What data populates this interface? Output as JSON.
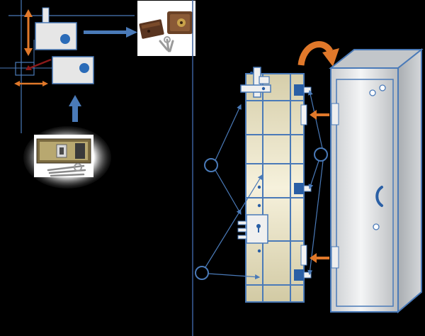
{
  "colors": {
    "background": "#000000",
    "line_blue": "#4a7ab8",
    "dark_blue": "#2a5fa5",
    "orange": "#e0782a",
    "dark_red": "#8a1a1a",
    "panel_fill": "#e8e2c2",
    "cabinet_fill": "#d8dadc",
    "lock_body": "#dcdcdc",
    "photo_bg": "#ffffff"
  },
  "icons": {
    "curved_arrow": "curved-arrow-icon",
    "right_arrow": "right-arrow-icon",
    "up_arrow": "up-arrow-icon",
    "double_arrow": "double-arrow-icon",
    "keyhole": "keyhole-icon",
    "bolt": "bolt-icon",
    "handle": "handle-icon"
  },
  "photos": {
    "rim_lock_with_keys": "rim-lock-with-keys-photo",
    "lock_mechanism": "lock-mechanism-photo"
  },
  "callouts": [
    "callout-circle-left-top",
    "callout-circle-left-bottom",
    "callout-circle-right"
  ]
}
